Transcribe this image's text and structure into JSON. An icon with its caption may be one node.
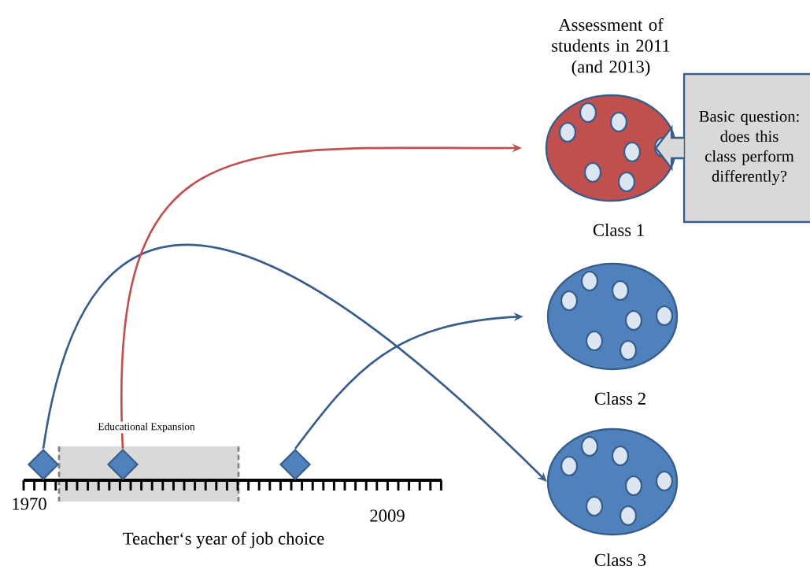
{
  "diagram": {
    "title": "Assessment of students in 2011 (and 2013)",
    "nodes": [
      {
        "text": [],
        "shape": "circle",
        "beside": [
          "Class 1"
        ]
      },
      {
        "text": [
          "Basic question: does this class perform differently?"
        ]
      },
      {
        "text": [],
        "shape": "circle",
        "beside": [
          "Class 2"
        ]
      },
      {
        "text": [],
        "shape": "circle",
        "beside": [
          "Class 3"
        ]
      },
      {
        "text": [],
        "shape": "diamond"
      },
      {
        "text": [],
        "shape": "diamond"
      },
      {
        "text": [],
        "shape": "diamond"
      }
    ],
    "edges": [
      {
        "from": 1,
        "to": 0,
        "arrow": "to"
      },
      {
        "from": 4,
        "to": 3,
        "arrow": "to"
      },
      {
        "from": 5,
        "to": 0,
        "arrow": "to",
        "color": "#c0504d"
      },
      {
        "from": 6,
        "to": 2,
        "arrow": "to"
      }
    ],
    "labels": [
      "Educational Expansion",
      "1970",
      "2009",
      "Teacher‘s year of job choice"
    ]
  }
}
